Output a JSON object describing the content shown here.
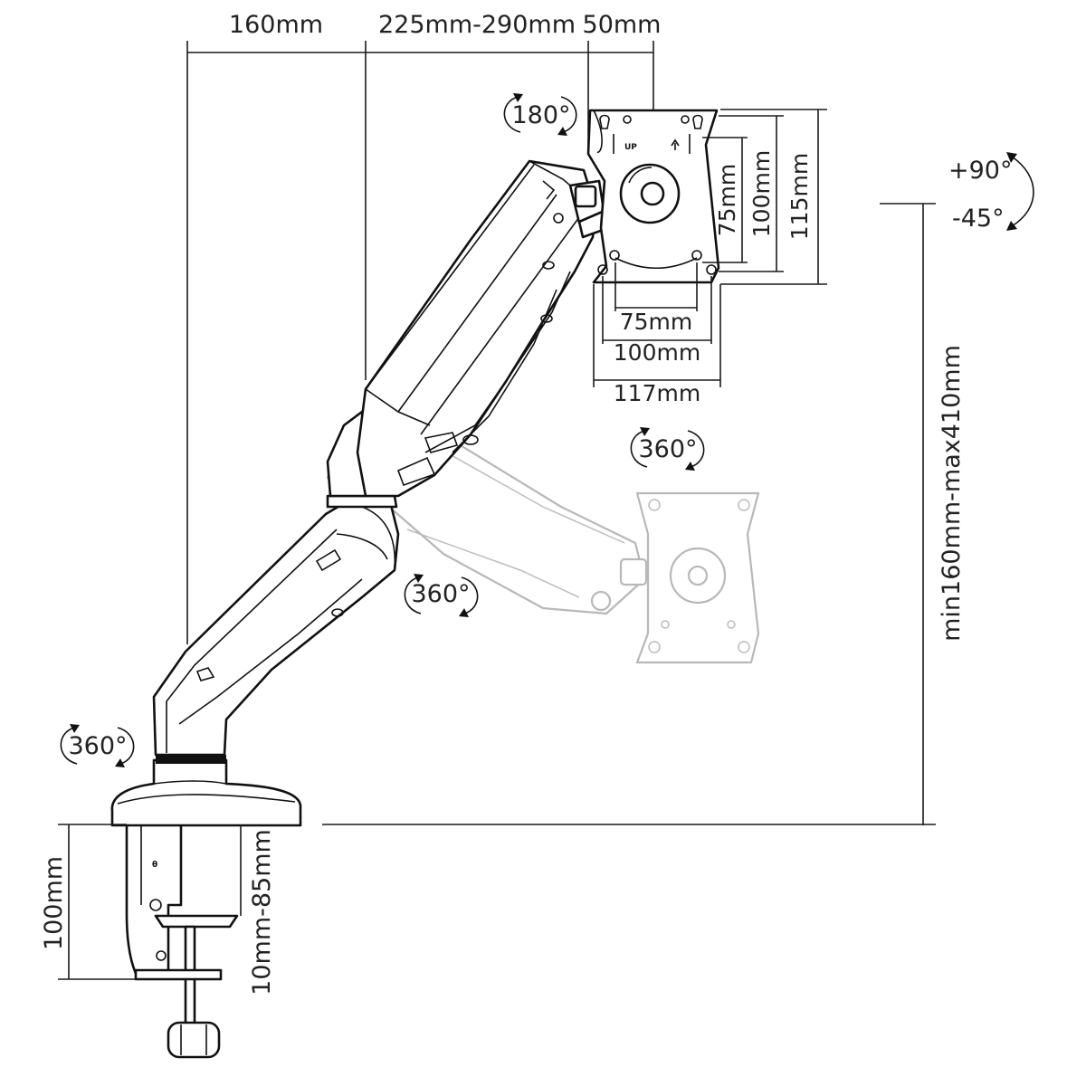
{
  "dimensions": {
    "arm_base_to_pivot": "160mm",
    "arm_extension": "225mm-290mm",
    "head_offset": "50mm",
    "vesa_vertical_small": "75mm",
    "vesa_vertical_large": "100mm",
    "plate_height": "115mm",
    "vesa_horizontal_small": "75mm",
    "vesa_horizontal_large": "100mm",
    "plate_width": "117mm",
    "height_range": "min160mm-max410mm",
    "clamp_height": "100mm",
    "desk_thickness": "10mm-85mm"
  },
  "rotations": {
    "head_swivel": "180°",
    "tilt_up": "+90°",
    "tilt_down": "-45°",
    "plate_rotation": "360°",
    "arm_joint": "360°",
    "base_swivel": "360°"
  },
  "plate": {
    "up_text": "UP"
  }
}
